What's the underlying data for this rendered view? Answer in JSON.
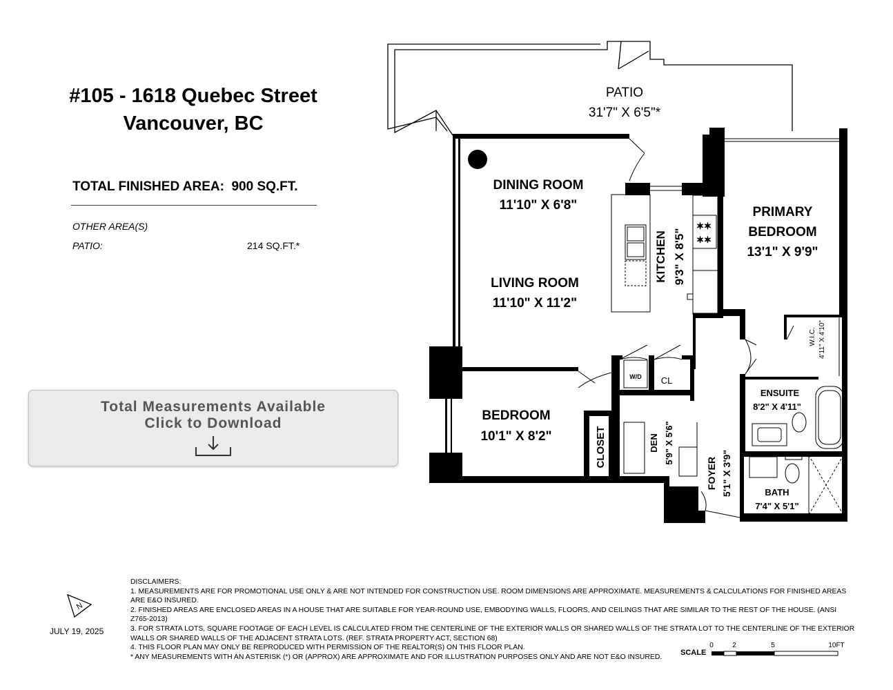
{
  "listing": {
    "address_line1": "#105 - 1618 Quebec Street",
    "address_line2": "Vancouver, BC",
    "total_area": "TOTAL FINISHED AREA:  900 SQ.FT.",
    "other_areas_heading": "OTHER AREA(S)",
    "patio_label": "PATIO:",
    "patio_value": "214 SQ.FT.*"
  },
  "download_button": {
    "line1": "Total Measurements Available",
    "line2": "Click to Download",
    "icon": "download-icon"
  },
  "rooms": {
    "patio": {
      "name": "PATIO",
      "dims": "31'7\" X 6'5\"*"
    },
    "dining_room": {
      "name": "DINING ROOM",
      "dims": "11'10\" X 6'8\""
    },
    "living_room": {
      "name": "LIVING ROOM",
      "dims": "11'10\" X 11'2\""
    },
    "kitchen": {
      "name": "KITCHEN",
      "dims": "9'3\" X 8'5\""
    },
    "primary_bedroom": {
      "name_line1": "PRIMARY",
      "name_line2": "BEDROOM",
      "dims": "13'1\" X 9'9\""
    },
    "wic": {
      "name": "W.I.C.",
      "dims": "4'11\" X 4'10\""
    },
    "ensuite": {
      "name": "ENSUITE",
      "dims": "8'2\" X 4'11\""
    },
    "bedroom": {
      "name": "BEDROOM",
      "dims": "10'1\" X 8'2\""
    },
    "closet": {
      "name": "CLOSET"
    },
    "den": {
      "name": "DEN",
      "dims": "5'9\" X 5'6\""
    },
    "foyer": {
      "name": "FOYER",
      "dims": "5'1\" X 3'9\""
    },
    "bath": {
      "name": "BATH",
      "dims": "7'4\" X 5'1\""
    },
    "wd": {
      "name": "W/D"
    },
    "cl": {
      "name": "CL"
    }
  },
  "footer": {
    "date": "JULY 19, 2025",
    "compass_icon": "north-arrow-icon",
    "compass_letter": "N",
    "disclaimers": [
      "DISCLAIMERS:",
      "1. MEASUREMENTS ARE FOR PROMOTIONAL USE ONLY & ARE NOT INTENDED FOR CONSTRUCTION USE. ROOM DIMENSIONS ARE APPROXIMATE. MEASUREMENTS & CALCULATIONS FOR FINISHED AREAS ARE E&O INSURED.",
      "2. FINISHED AREAS ARE ENCLOSED AREAS IN A HOUSE THAT ARE SUITABLE FOR YEAR-ROUND USE, EMBODYING WALLS, FLOORS, AND CEILINGS THAT ARE SIMILAR TO THE REST OF THE HOUSE. (ANSI Z765-2013)",
      "3. FOR STRATA LOTS, SQUARE FOOTAGE OF EACH LEVEL IS CALCULATED FROM THE CENTERLINE OF THE EXTERIOR WALLS OR SHARED WALLS OF THE STRATA LOT TO THE CENTERLINE OF THE EXTERIOR WALLS OR SHARED WALLS OF THE ADJACENT STRATA LOTS. (REF. STRATA PROPERTY ACT, SECTION 68)",
      "4. THIS FLOOR PLAN MAY ONLY BE REPRODUCED WITH PERMISSION OF THE REALTOR(S) ON THIS FLOOR PLAN.",
      "* ANY MEASUREMENTS WITH AN ASTERISK (*) OR (APPROX) ARE APPROXIMATE AND FOR ILLUSTRATION PURPOSES ONLY AND ARE NOT E&O INSURED."
    ],
    "scale_label": "SCALE",
    "scale_ticks": [
      "0",
      "2",
      "5",
      "10FT"
    ]
  },
  "colors": {
    "wall": "#000000",
    "button_bg": "#ebebeb",
    "button_text": "#555555"
  }
}
